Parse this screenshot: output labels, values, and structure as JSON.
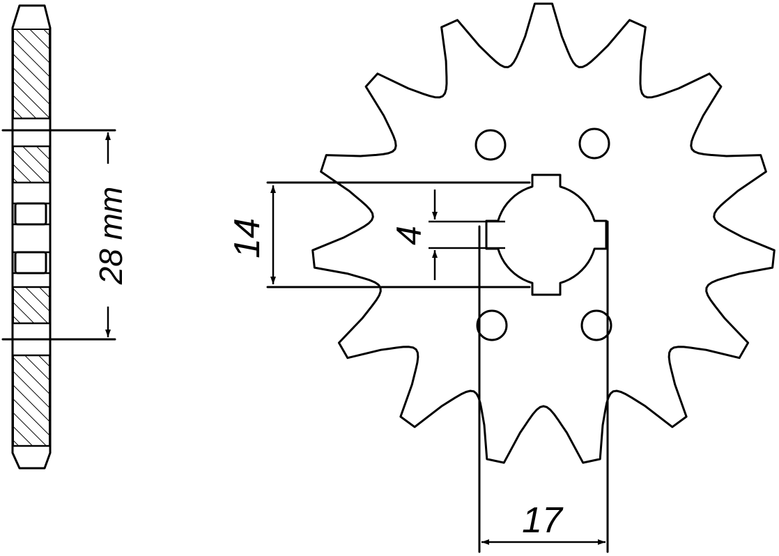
{
  "diagram": {
    "sprocket_teeth": 15,
    "dimensions": {
      "offset": "28 mm",
      "spline_diameter": "14",
      "key_width": "4",
      "hub_width": "17"
    },
    "colors": {
      "line": "#000000",
      "background": "#ffffff"
    }
  }
}
